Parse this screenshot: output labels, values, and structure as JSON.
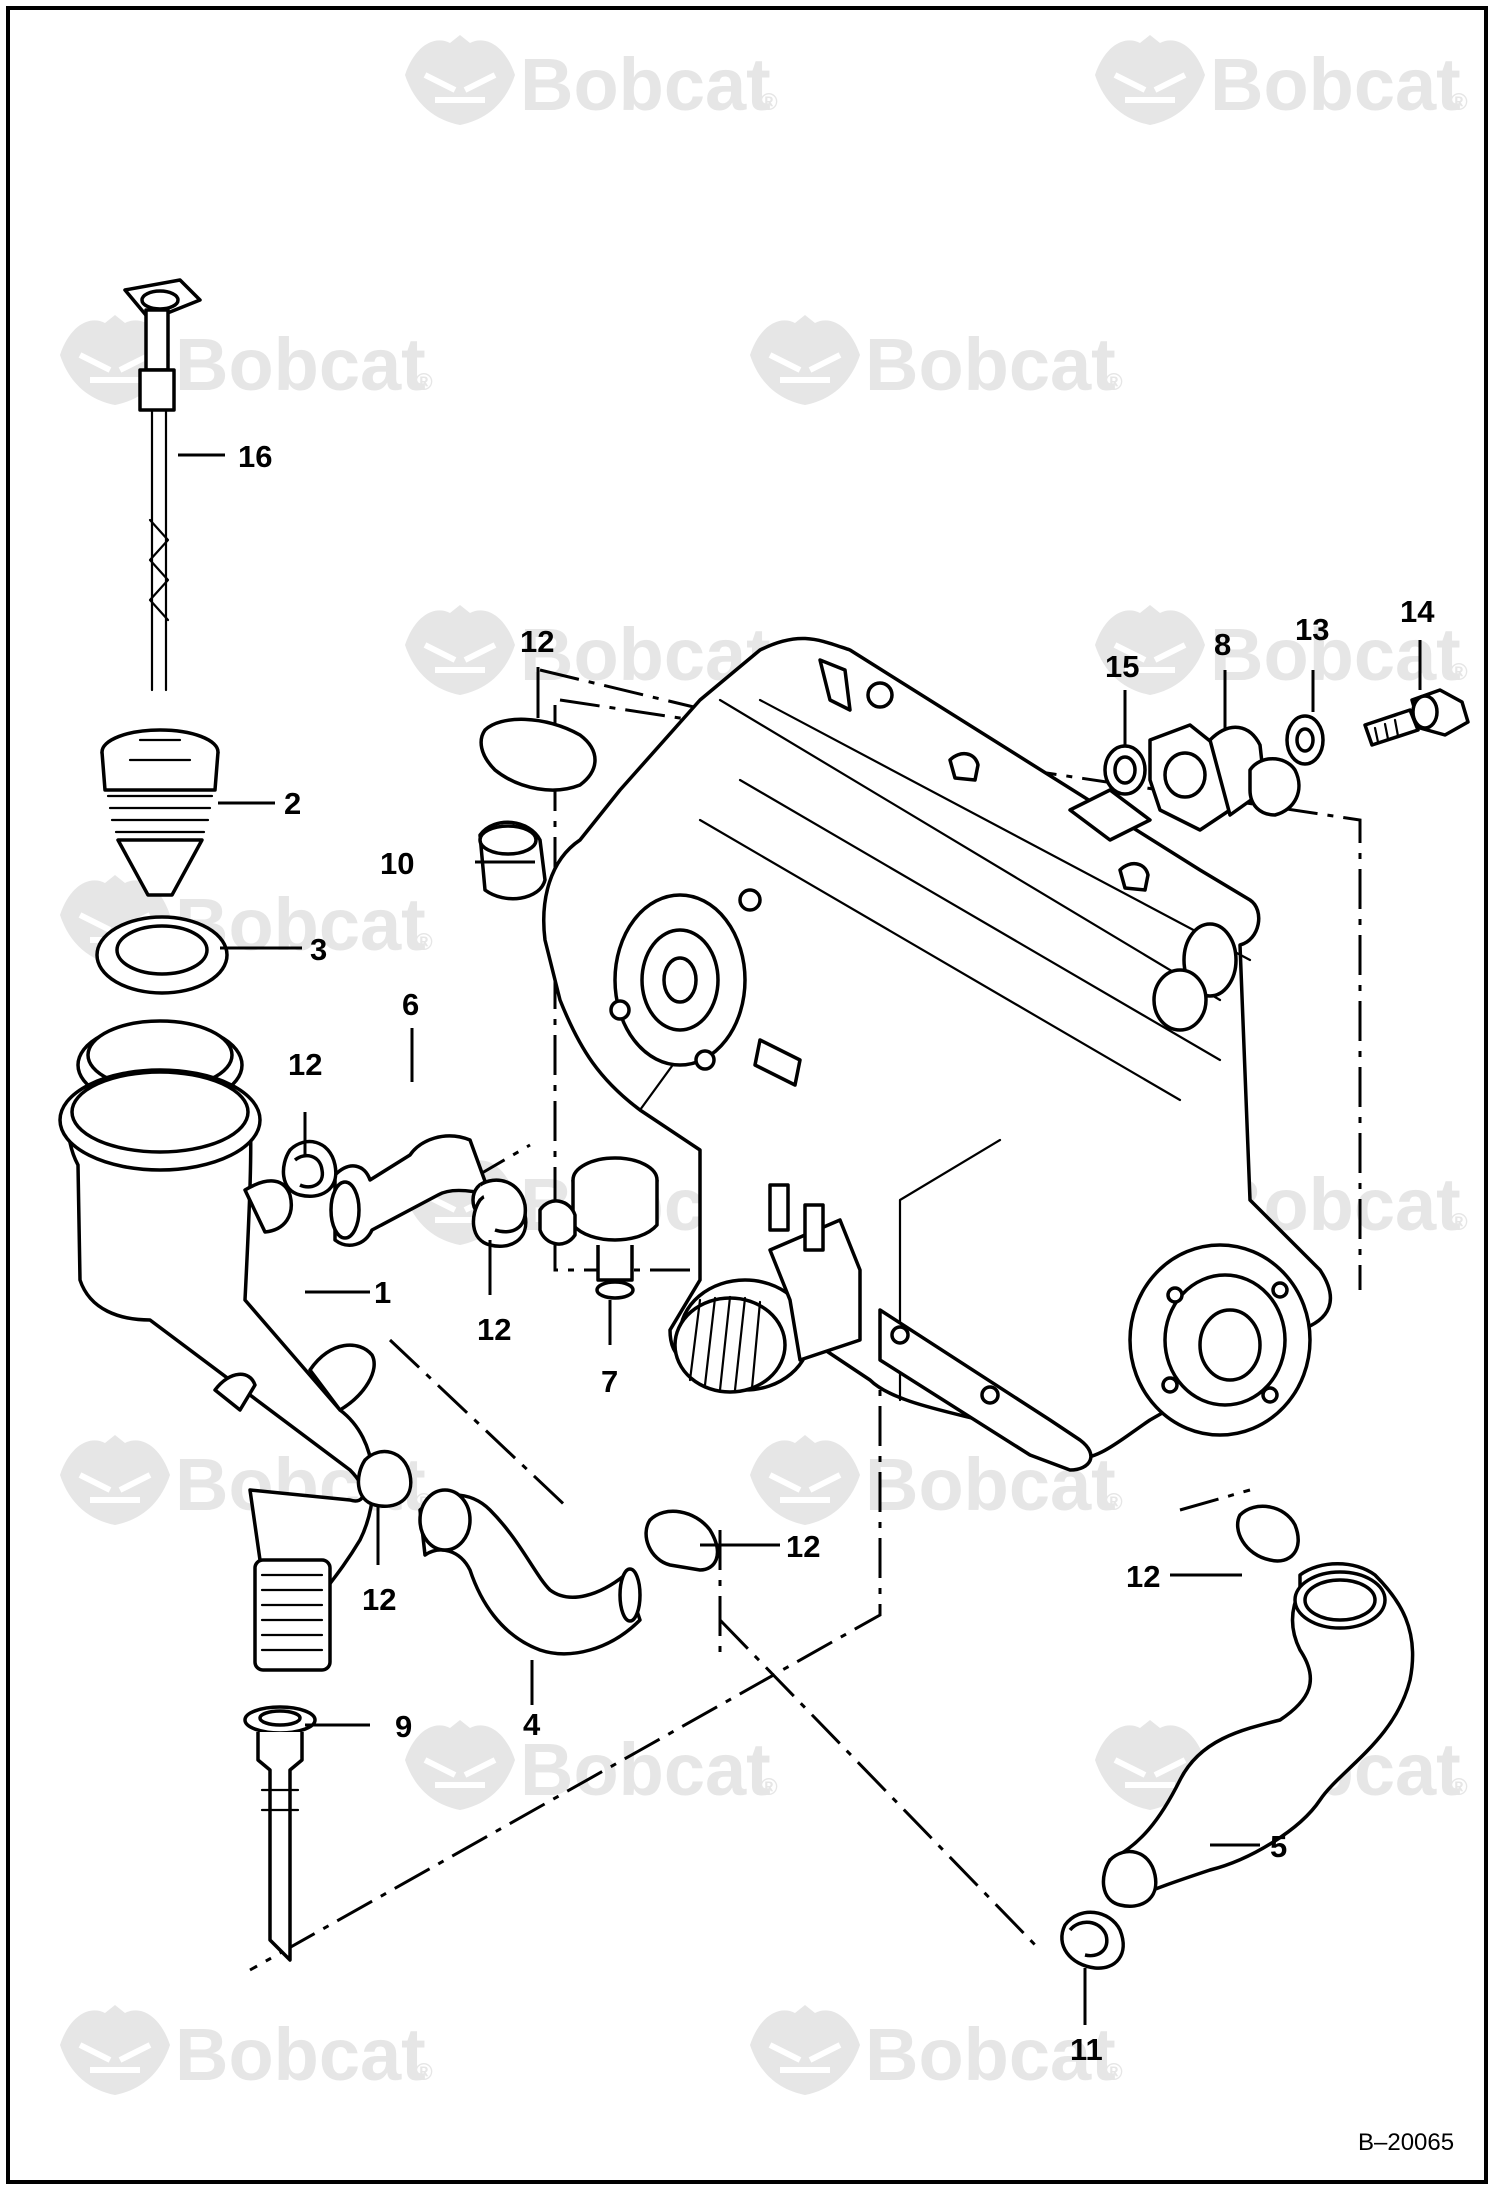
{
  "watermark": {
    "brand": "Bobcat",
    "registered_mark": "®",
    "icon": "bobcat-logo-icon",
    "color": "#e6e6e6"
  },
  "figure_number": "B–20065",
  "callouts": [
    {
      "id": "c1",
      "label": "1"
    },
    {
      "id": "c2",
      "label": "2"
    },
    {
      "id": "c3",
      "label": "3"
    },
    {
      "id": "c4",
      "label": "4"
    },
    {
      "id": "c5",
      "label": "5"
    },
    {
      "id": "c6",
      "label": "6"
    },
    {
      "id": "c7",
      "label": "7"
    },
    {
      "id": "c8",
      "label": "8"
    },
    {
      "id": "c9",
      "label": "9"
    },
    {
      "id": "c10",
      "label": "10"
    },
    {
      "id": "c11",
      "label": "11"
    },
    {
      "id": "c12a",
      "label": "12"
    },
    {
      "id": "c12b",
      "label": "12"
    },
    {
      "id": "c12c",
      "label": "12"
    },
    {
      "id": "c12d",
      "label": "12"
    },
    {
      "id": "c12e",
      "label": "12"
    },
    {
      "id": "c12f",
      "label": "12"
    },
    {
      "id": "c13",
      "label": "13"
    },
    {
      "id": "c14",
      "label": "14"
    },
    {
      "id": "c15",
      "label": "15"
    },
    {
      "id": "c16",
      "label": "16"
    }
  ]
}
